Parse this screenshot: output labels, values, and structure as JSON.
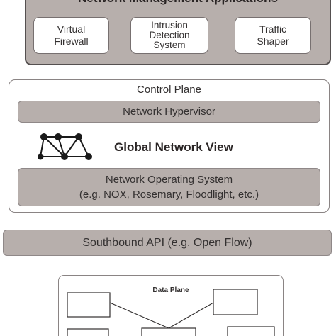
{
  "apps": {
    "title": "Network Management Applications",
    "items": [
      {
        "label": "Virtual\nFirewall"
      },
      {
        "label": "Intrusion\nDetection\nSystem"
      },
      {
        "label": "Traffic\nShaper"
      }
    ]
  },
  "control_plane": {
    "title": "Control Plane",
    "hypervisor": "Network Hypervisor",
    "global_view": "Global Network View",
    "nos_line1": "Network Operating System",
    "nos_line2": "(e.g. NOX, Rosemary, Floodlight, etc.)"
  },
  "southbound": {
    "label": "Southbound API (e.g. Open Flow)"
  },
  "data_plane": {
    "title": "Data Plane"
  },
  "colors": {
    "block_fill": "#b7afac",
    "block_border": "#555050",
    "node": "#1a1a1a"
  }
}
